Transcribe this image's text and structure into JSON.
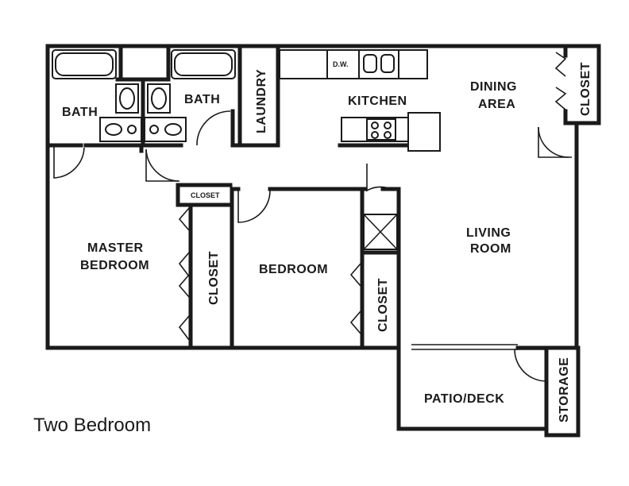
{
  "plan": {
    "caption": "Two Bedroom",
    "rooms": {
      "bath_left": "BATH",
      "bath_right": "BATH",
      "laundry": "LAUNDRY",
      "kitchen": "KITCHEN",
      "dishwasher": "D.W.",
      "dining_line1": "DINING",
      "dining_line2": "AREA",
      "closet_top_right": "CLOSET",
      "closet_hall": "CLOSET",
      "master_line1": "MASTER",
      "master_line2": "BEDROOM",
      "closet_master": "CLOSET",
      "bedroom": "BEDROOM",
      "closet_bedroom": "CLOSET",
      "living_line1": "LIVING",
      "living_line2": "ROOM",
      "patio": "PATIO/DECK",
      "storage": "STORAGE"
    }
  }
}
